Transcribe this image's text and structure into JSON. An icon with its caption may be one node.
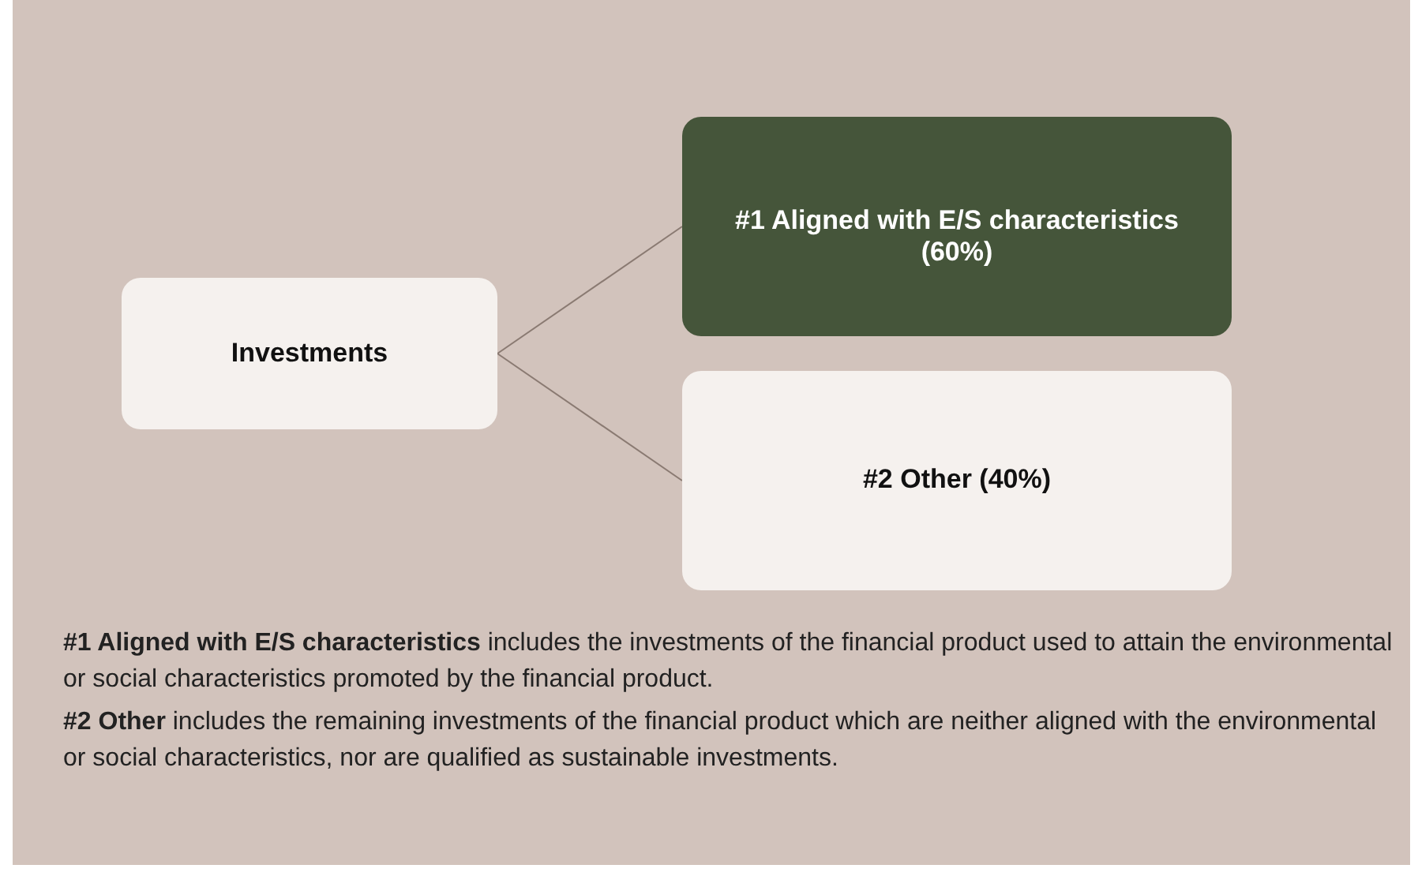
{
  "diagram": {
    "nodes": [
      {
        "text": [
          "Investments"
        ]
      },
      {
        "text": [
          "#1 Aligned with E/S characteristics (60%)"
        ]
      },
      {
        "text": [
          "#2 Other (40%)"
        ]
      }
    ],
    "edges": [
      {
        "from": 0,
        "to": 1,
        "arrow": "none"
      },
      {
        "from": 0,
        "to": 2,
        "arrow": "none"
      }
    ],
    "labels": [
      "**#1 Aligned with E/S characteristics** includes the investments of the financial product used to attain the environmental or social characteristics promoted by the financial product.",
      "**#2 Other** includes the remaining investments of the financial product which are neither aligned with the environmental or social characteristics, nor are qualified as sustainable investments."
    ]
  }
}
